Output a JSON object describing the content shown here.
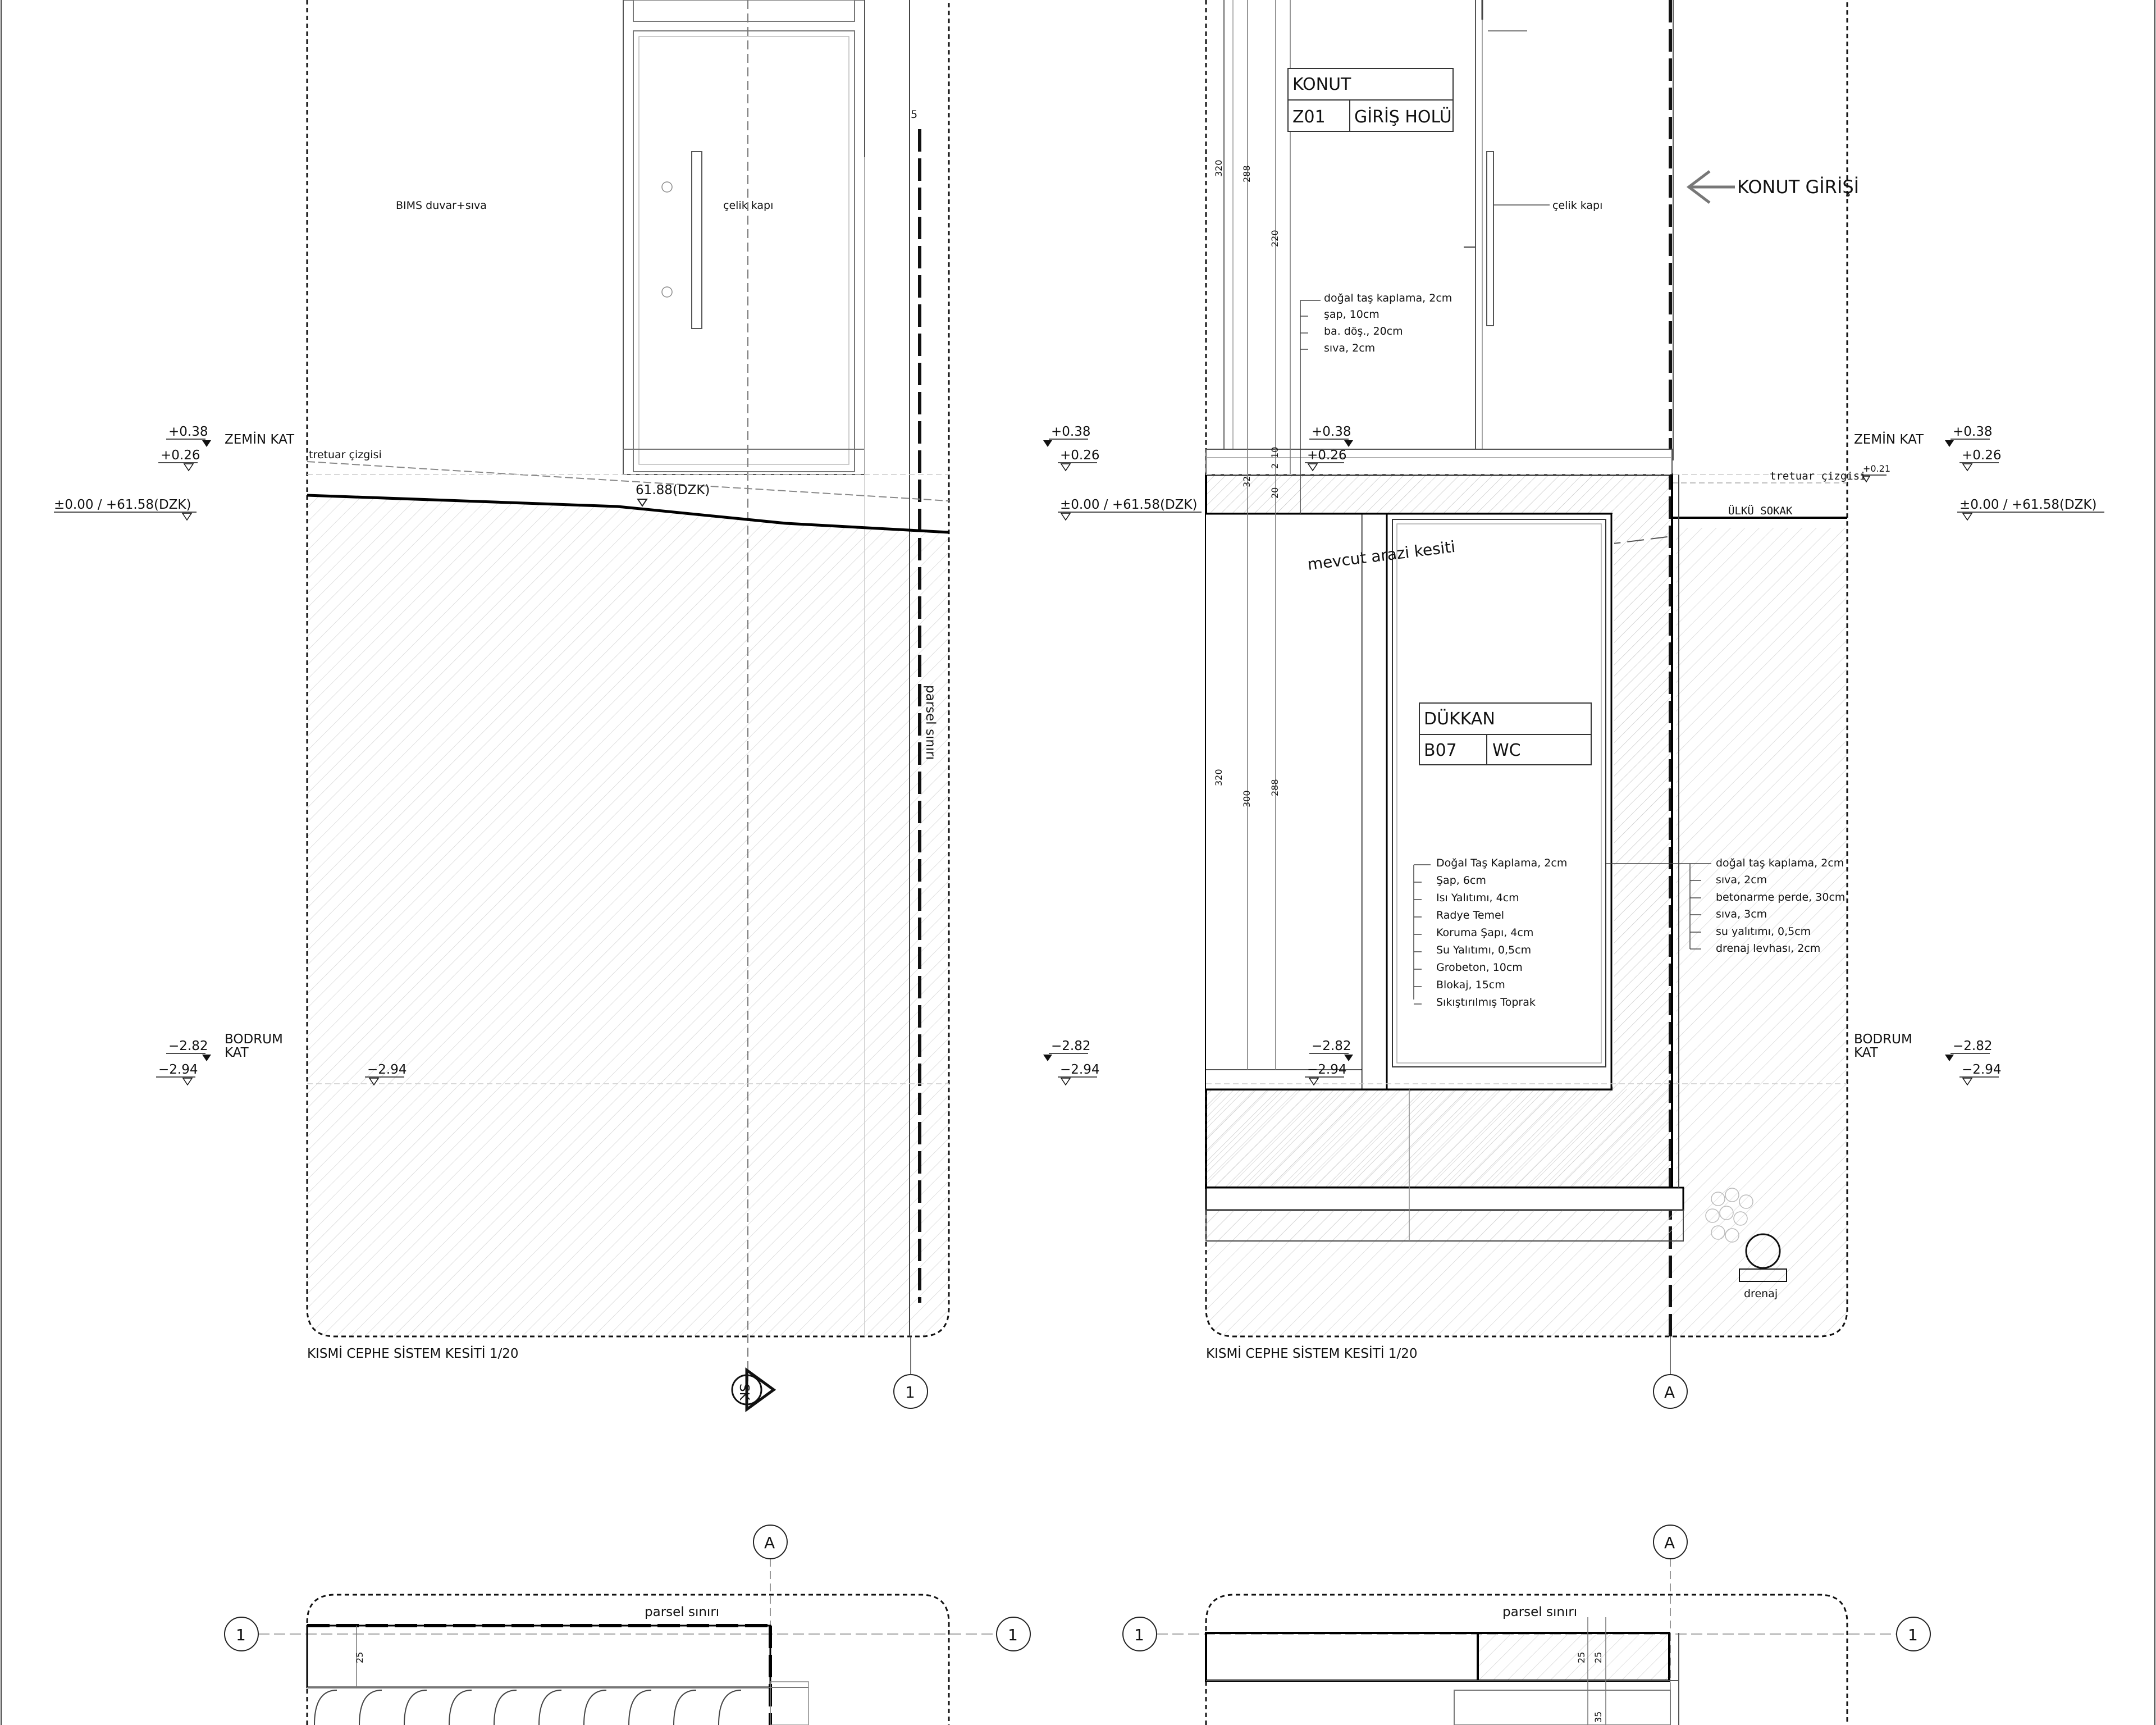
{
  "drawing": {
    "left_section": {
      "title": "KISMİ CEPHE SİSTEM KESİTİ 1/20",
      "labels": {
        "wall": "BIMS duvar+sıva",
        "door": "çelik kapı",
        "sidewalk_line": "tretuar çizgisi",
        "ground_elev": "61.88(DZK)",
        "parcel_boundary": "parsel sınırı"
      },
      "grid_bubble": "1",
      "section_marker": "SK"
    },
    "right_section": {
      "title": "KISMİ CEPHE SİSTEM KESİTİ 1/20",
      "konut": {
        "header": "KONUT",
        "code": "Z01",
        "name": "GİRİŞ HOLÜ"
      },
      "dukkan": {
        "header": "DÜKKAN",
        "code": "B07",
        "name": "WC"
      },
      "entrance_arrow": "KONUT GİRİŞİ",
      "door": "çelik kapı",
      "terrain_section": "mevcut arazi kesiti",
      "street": "ÜLKÜ SOKAK",
      "sidewalk_line": "tretuar çizgisi",
      "sidewalk_elev": "+0.21",
      "drainage": "drenaj",
      "grid_bubble": "A",
      "floor_layers": [
        "doğal taş kaplama, 2cm",
        "şap, 10cm",
        "ba. döş., 20cm",
        "sıva, 2cm"
      ],
      "foundation_layers": [
        "Doğal Taş Kaplama, 2cm",
        "Şap, 6cm",
        "Isı Yalıtımı, 4cm",
        "Radye Temel",
        "Koruma Şapı, 4cm",
        "Su Yalıtımı, 0,5cm",
        "Grobeton, 10cm",
        "Blokaj, 15cm",
        "Sıkıştırılmış Toprak"
      ],
      "wall_layers": [
        "doğal taş kaplama, 2cm",
        "sıva, 2cm",
        "betonarme perde, 30cm",
        "sıva, 3cm",
        "su yalıtımı, 0,5cm",
        "drenaj levhası, 2cm"
      ],
      "dims_upper": [
        "320",
        "288",
        "220"
      ],
      "dims_mid": [
        "32",
        "10",
        "2",
        "20"
      ],
      "dims_lower": [
        "320",
        "300",
        "288"
      ]
    },
    "levels": {
      "zemin": "ZEMİN KAT",
      "bodrum_1": "BODRUM",
      "bodrum_2": "KAT",
      "z1": "+0.38",
      "z2": "+0.26",
      "datum": "±0.00  /  +61.58(DZK)",
      "b1": "−2.82",
      "b2": "−2.94"
    },
    "plans": {
      "parcel_left": "parsel sınırı",
      "parcel_right": "parsel sınırı",
      "grid_a": "A",
      "grid_1": "1",
      "dims": [
        "25",
        "25",
        "25",
        "35"
      ]
    }
  }
}
